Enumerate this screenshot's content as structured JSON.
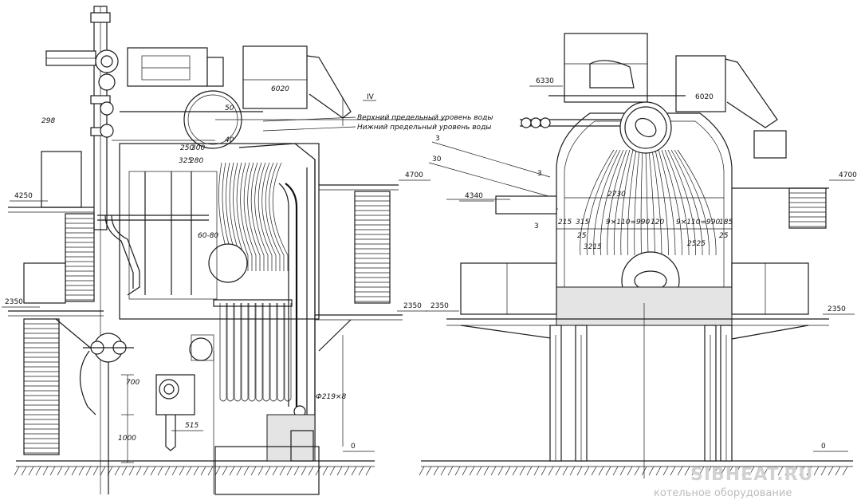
{
  "elevations": {
    "left": {
      "e4250": "4250",
      "e2350": "2350",
      "e4700": "4700",
      "e2350r": "2350",
      "e0": "0"
    },
    "right": {
      "e6330": "6330",
      "e6020": "6020",
      "e4340": "4340",
      "e2350": "2350",
      "e4700": "4700",
      "e2350r": "2350",
      "e0": "0"
    }
  },
  "left_view": {
    "water_upper": "Верхний предельный уровень воды",
    "water_lower": "Нижний предельный уровень воды",
    "roman_mark": "IV",
    "dims": {
      "d6020": "6020",
      "d50": "50",
      "d298": "298",
      "d250": "250",
      "d40": "40",
      "d300": "300",
      "d325": "325",
      "d280": "280",
      "d6080": "60-80",
      "d700": "700",
      "d1000": "1000",
      "d515": "515",
      "d219": "Ф219×8",
      "d298mark": "298"
    }
  },
  "right_view": {
    "callouts": {
      "c3": "3",
      "c30": "30",
      "c3a": "3",
      "c3b": "3"
    },
    "dims": {
      "d2730": "2730",
      "d215": "215",
      "d315": "315",
      "d9x110": "9×110=990",
      "d120": "120",
      "d9x110b": "9×110=990",
      "d185": "185",
      "d25a": "25",
      "d25b": "25",
      "d3215": "3215",
      "d2525": "2525"
    }
  },
  "watermark": {
    "brand": "SIBHEAT.RU",
    "tagline": "котельное оборудование"
  }
}
